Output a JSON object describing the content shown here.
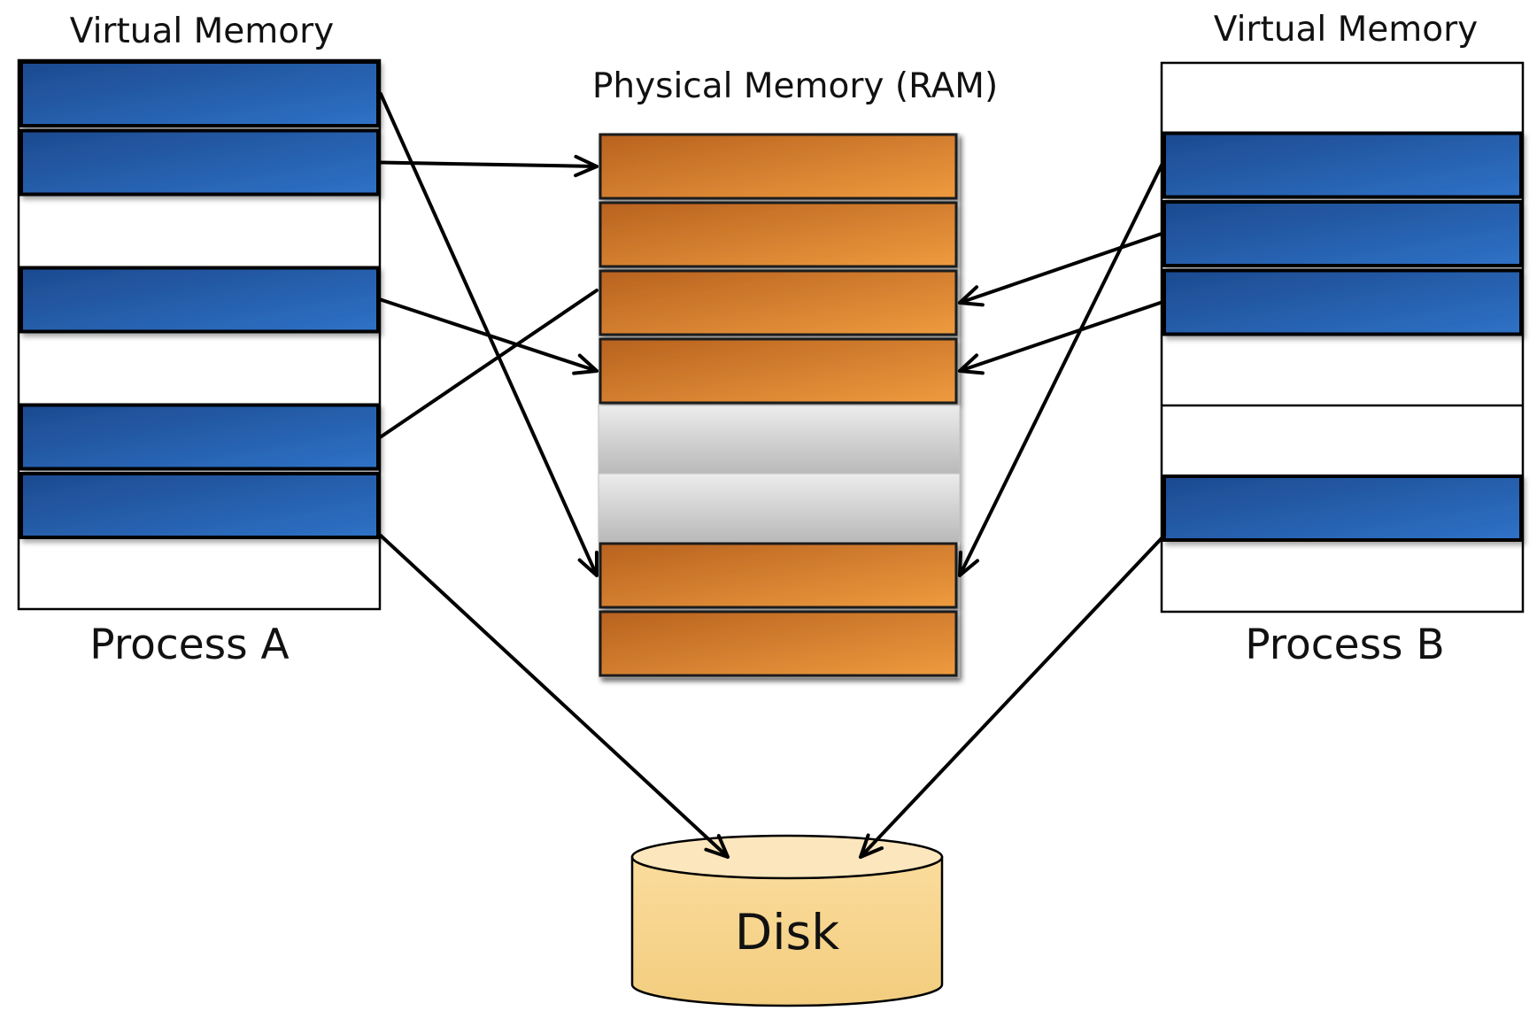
{
  "process_a": {
    "title": "Virtual Memory",
    "label": "Process A",
    "slots": [
      "page",
      "page",
      "empty",
      "page",
      "empty",
      "page",
      "page",
      "empty"
    ]
  },
  "process_b": {
    "title": "Virtual Memory",
    "label": "Process B",
    "slots": [
      "empty",
      "page",
      "page",
      "page",
      "empty",
      "empty",
      "page",
      "empty"
    ]
  },
  "physical_memory": {
    "title": "Physical Memory (RAM)",
    "frames": [
      "used",
      "used",
      "used",
      "used",
      "free",
      "free",
      "used",
      "used"
    ]
  },
  "disk": {
    "label": "Disk"
  },
  "mappings": [
    {
      "from": "process_a",
      "slot": 1,
      "to": "ram",
      "frame": 0
    },
    {
      "from": "process_a",
      "slot": 3,
      "to": "ram",
      "frame": 3
    },
    {
      "from": "process_a",
      "slot": 0,
      "to": "ram",
      "frame": 6
    },
    {
      "from": "process_a",
      "slot": 5,
      "to": "ram",
      "frame": 2
    },
    {
      "from": "process_a",
      "slot": 6,
      "to": "disk"
    },
    {
      "from": "process_b",
      "slot": 2,
      "to": "ram",
      "frame": 2
    },
    {
      "from": "process_b",
      "slot": 3,
      "to": "ram",
      "frame": 3
    },
    {
      "from": "process_b",
      "slot": 1,
      "to": "ram",
      "frame": 6
    },
    {
      "from": "process_b",
      "slot": 6,
      "to": "disk"
    }
  ],
  "colors": {
    "virtual_page_dark": "#1c4a8f",
    "virtual_page_light": "#2f72c7",
    "physical_frame_dark": "#b8621f",
    "physical_frame_light": "#ee9b3f",
    "free_frame_light": "#ececec",
    "free_frame_dark": "#b9b9b9",
    "disk_top": "#fbe6bd",
    "disk_body_light": "#fbdc9c",
    "disk_body_dark": "#f2cd7f"
  }
}
